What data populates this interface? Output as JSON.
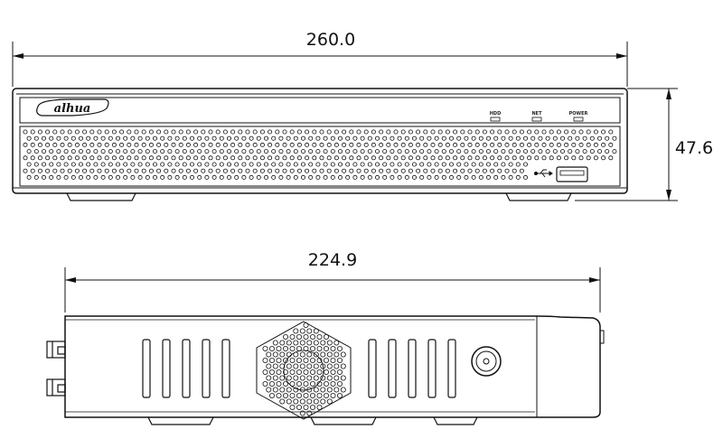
{
  "dimensions": {
    "front_width": "260.0",
    "front_height": "47.6",
    "side_depth": "224.9"
  },
  "front_panel": {
    "brand_logo": "alhua",
    "indicators": [
      "HDD",
      "NET",
      "POWER"
    ]
  },
  "icons": [
    "usb-icon",
    "fan-hex-grille",
    "bnc-connector-icon"
  ]
}
